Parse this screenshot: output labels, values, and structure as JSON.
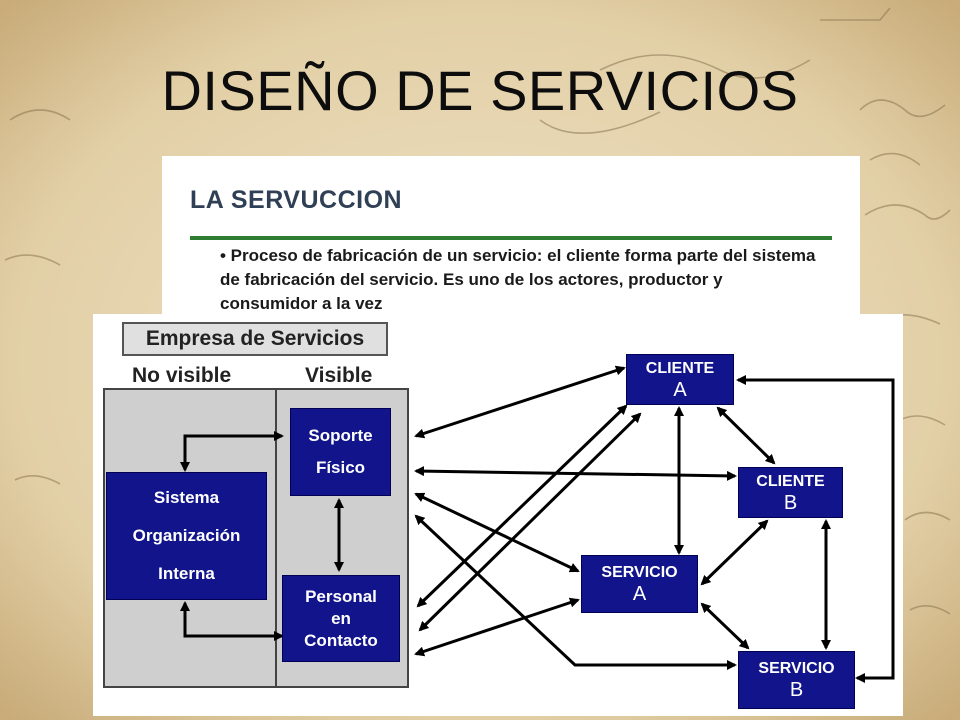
{
  "slide": {
    "title": "DISEÑO DE SERVICIOS"
  },
  "panel": {
    "heading": "LA SERVUCCION",
    "bullet_text": "• Proceso de fabricación de un servicio: el cliente forma parte del sistema de fabricación del servicio. Es uno de los actores, productor y consumidor a la vez"
  },
  "diagram": {
    "company_label": "Empresa de Servicios",
    "col_not_visible": "No visible",
    "col_visible": "Visible",
    "nodes": {
      "sistema": [
        "Sistema",
        "Organización",
        "Interna"
      ],
      "soporte": [
        "Soporte",
        "Físico"
      ],
      "personal": [
        "Personal",
        "en",
        "Contacto"
      ],
      "cliente_a": [
        "CLIENTE",
        "A"
      ],
      "cliente_b": [
        "CLIENTE",
        "B"
      ],
      "servicio_a": [
        "SERVICIO",
        "A"
      ],
      "servicio_b": [
        "SERVICIO",
        "B"
      ]
    }
  },
  "colors": {
    "node_fill": "#12148b",
    "zone_fill": "#cfcfcf",
    "rule_green": "#2e7d32",
    "background_parchment": "#e6d6b4"
  }
}
